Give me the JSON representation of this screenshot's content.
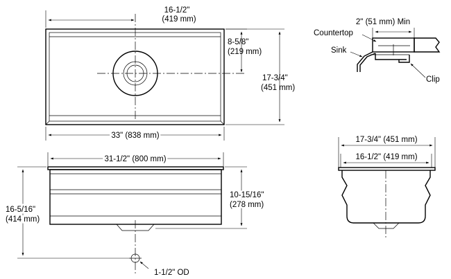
{
  "top_view": {
    "width_dim": "33\" (838 mm)",
    "depth_dim_in": "17-3/4\"",
    "depth_dim_mm": "(451 mm)",
    "drain_offset_in": "16-1/2\"",
    "drain_offset_mm": "(419 mm)",
    "drain_to_back_in": "8-5/8\"",
    "drain_to_back_mm": "(219 mm)"
  },
  "front_view": {
    "inner_width_dim": "31-1/2\" (800 mm)",
    "overall_height_in": "16-5/16\"",
    "overall_height_mm": "(414 mm)",
    "bowl_depth_in": "10-15/16\"",
    "bowl_depth_mm": "(278 mm)",
    "drain_od": "1-1/2\" OD"
  },
  "detail_view": {
    "min_overhang": "2\" (51 mm) Min",
    "countertop_label": "Countertop",
    "sink_label": "Sink",
    "clip_label": "Clip"
  },
  "side_view": {
    "overall_depth_dim": "17-3/4\" (451 mm)",
    "inner_depth_dim": "16-1/2\" (419 mm)"
  }
}
